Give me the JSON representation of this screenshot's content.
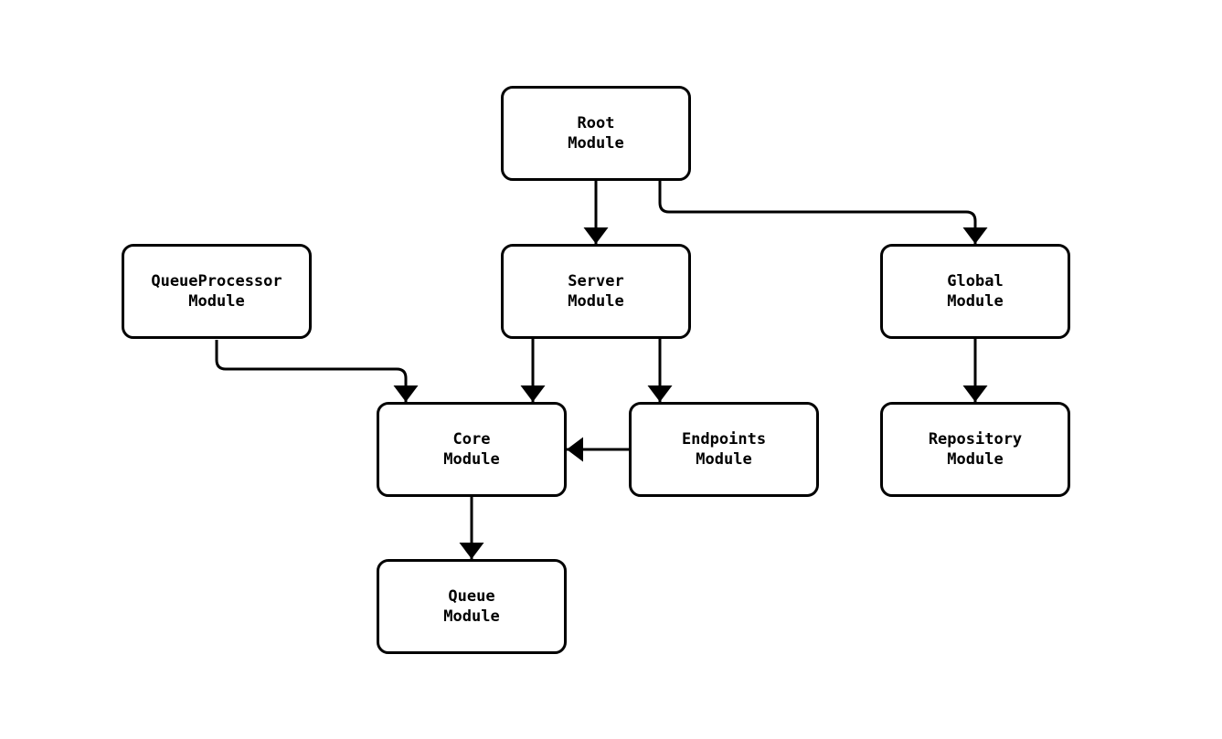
{
  "diagram": {
    "type": "flowchart",
    "direction": "top-down",
    "colors": {
      "background": "#ffffff",
      "node_fill": "#ffffff",
      "node_border": "#000000",
      "edge": "#000000",
      "text": "#000000"
    },
    "nodes": {
      "root": {
        "line1": "Root",
        "line2": "Module"
      },
      "queueprocessor": {
        "line1": "QueueProcessor",
        "line2": "Module"
      },
      "server": {
        "line1": "Server",
        "line2": "Module"
      },
      "global": {
        "line1": "Global",
        "line2": "Module"
      },
      "core": {
        "line1": "Core",
        "line2": "Module"
      },
      "endpoints": {
        "line1": "Endpoints",
        "line2": "Module"
      },
      "repository": {
        "line1": "Repository",
        "line2": "Module"
      },
      "queue": {
        "line1": "Queue",
        "line2": "Module"
      }
    },
    "edges": [
      {
        "from": "Root Module",
        "to": "Server Module",
        "arrow": "filled-triangle"
      },
      {
        "from": "Root Module",
        "to": "Global Module",
        "arrow": "filled-triangle"
      },
      {
        "from": "QueueProcessor Module",
        "to": "Core Module",
        "arrow": "filled-triangle"
      },
      {
        "from": "Server Module",
        "to": "Core Module",
        "arrow": "filled-triangle"
      },
      {
        "from": "Server Module",
        "to": "Endpoints Module",
        "arrow": "filled-triangle"
      },
      {
        "from": "Endpoints Module",
        "to": "Core Module",
        "arrow": "filled-triangle"
      },
      {
        "from": "Global Module",
        "to": "Repository Module",
        "arrow": "filled-triangle"
      },
      {
        "from": "Core Module",
        "to": "Queue Module",
        "arrow": "filled-triangle"
      }
    ]
  }
}
